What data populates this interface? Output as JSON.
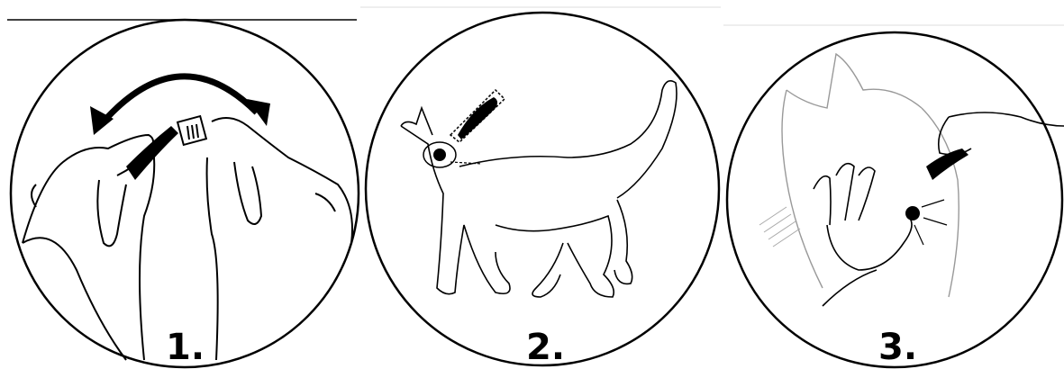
{
  "steps": [
    {
      "number": "1."
    },
    {
      "number": "2."
    },
    {
      "number": "3."
    }
  ]
}
